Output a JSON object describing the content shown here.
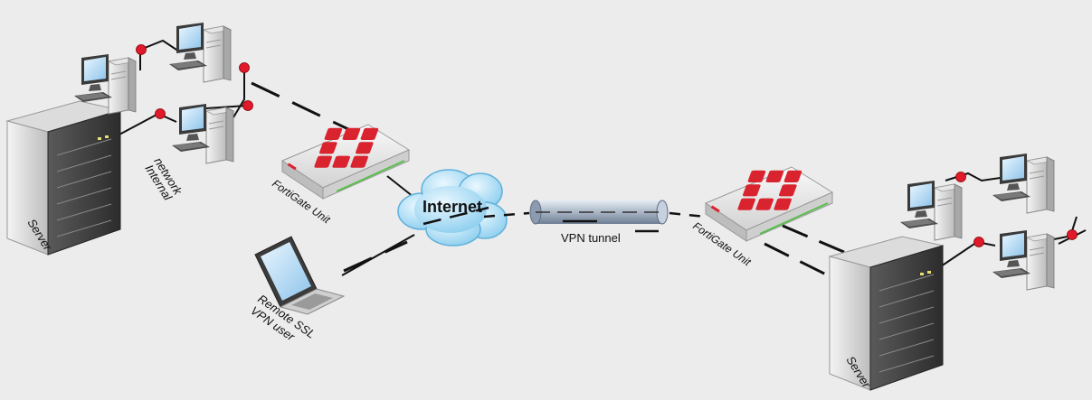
{
  "labels": {
    "server_left": "Server",
    "internal_network_line1": "Internal",
    "internal_network_line2": "network",
    "fortigate_left": "FortiGate Unit",
    "internet": "Internet",
    "remote_line1": "Remote SSL",
    "remote_line2": "VPN user",
    "vpn_tunnel": "VPN tunnel",
    "fortigate_right": "FortiGate Unit",
    "server_right": "Server"
  },
  "colors": {
    "background": "#ececec",
    "fortinet_red": "#d9232e",
    "node_dot": "#e0192b",
    "cloud_blue": "#8fd0ee",
    "tunnel": "#a9b6c6"
  },
  "icons": {
    "server": "tower-server-icon",
    "workstation": "desktop-computer-icon",
    "firewall": "fortigate-appliance-icon",
    "cloud": "internet-cloud-icon",
    "laptop": "laptop-icon",
    "tunnel": "vpn-tunnel-pipe-icon"
  }
}
